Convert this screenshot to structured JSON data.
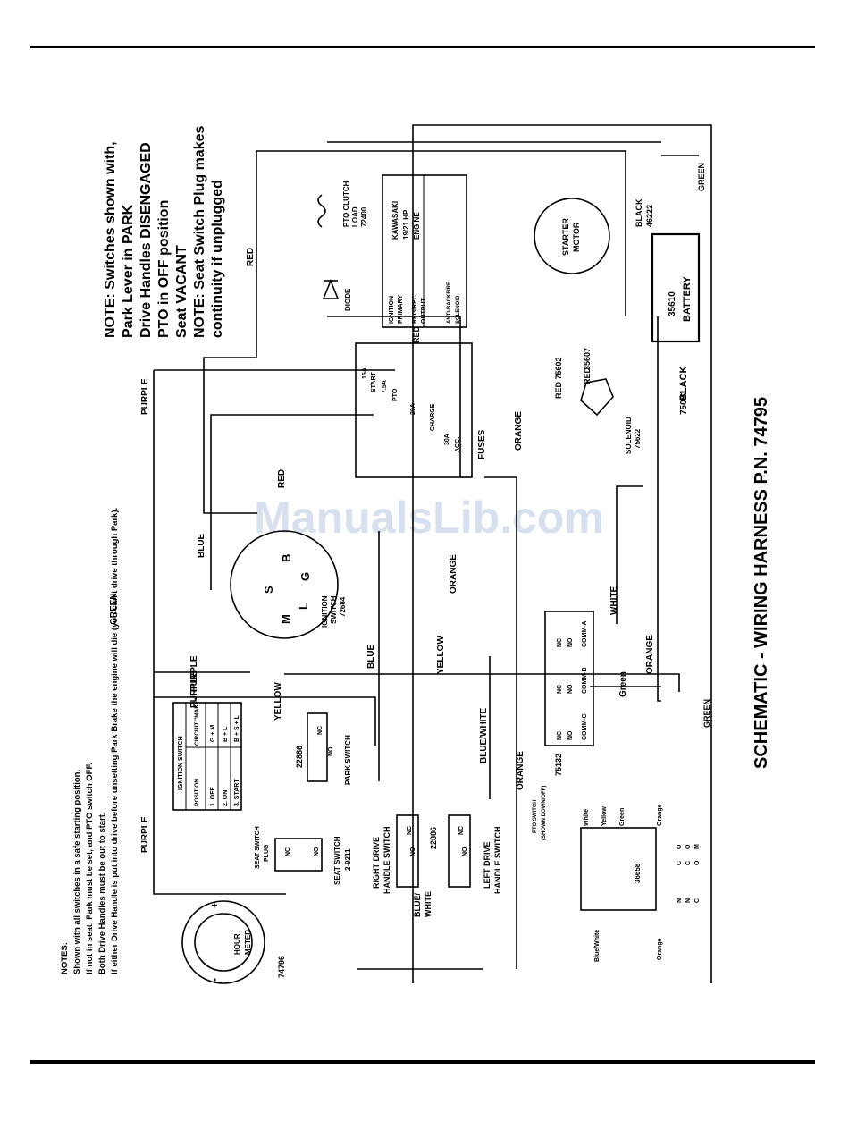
{
  "title": "SCHEMATIC - WIRING HARNESS P.N. 74795",
  "watermark": "ManualsLib.com",
  "note_main": {
    "lines": [
      "NOTE: Switches shown with,",
      "Park Lever in PARK",
      "Drive Handles DISENGAGED",
      "PTO in OFF position",
      "Seat VACANT",
      "NOTE: Seat Switch Plug makes",
      "continuity if unplugged"
    ]
  },
  "notes": {
    "lines": [
      "NOTES:",
      "Shown with all switches in a safe starting position.",
      "If not in seat, Park must be set, and PTO switch OFF.",
      "Both Drive Handles must be out to start.",
      "If either Drive Handle is put into drive before unsetting Park Brake the engine will die (you can't drive through Park)."
    ]
  },
  "wire_colors": {
    "green": "GREEN",
    "green_lc": "Green",
    "red": "RED",
    "orange": "ORANGE",
    "purple": "PURPLE",
    "blue": "BLUE",
    "yellow": "YELLOW",
    "white": "WHITE",
    "black": "BLACK",
    "blue_white": "BLUE/WHITE",
    "blue_white_split": [
      "BLUE/",
      "WHITE"
    ]
  },
  "components": {
    "engine": [
      "KAWASAKI",
      "19/21 HP",
      "ENGINE"
    ],
    "engine_terms": {
      "ignition": [
        "IGNITION",
        "PRIMARY"
      ],
      "regrec": [
        "REG/REC",
        "OUTPUT"
      ],
      "antibackfire": [
        "ANTI-BACKFIRE",
        "SOLENOID"
      ]
    },
    "pto_clutch": [
      "PTO CLUTCH",
      "LOAD",
      "72400"
    ],
    "diode": "DIODE",
    "starter": [
      "STARTER",
      "MOTOR"
    ],
    "battery": {
      "label": "BATTERY",
      "pn": "35610"
    },
    "black_cable": [
      "BLACK",
      "46222"
    ],
    "red_cables": [
      "RED 75602",
      "RED",
      "35607"
    ],
    "solenoid": {
      "label": "SOLENOID",
      "pn": "75622",
      "black": "BLACK",
      "black_pn": "75091"
    },
    "fuses": {
      "label": "FUSES",
      "items": [
        [
          "15A",
          "START"
        ],
        [
          "7.5A",
          "PTO"
        ],
        [
          "20A",
          "CHARGE"
        ],
        [
          "30A",
          "ACC."
        ]
      ]
    },
    "ignition_switch": {
      "label": [
        "IGNITION",
        "SWITCH",
        "72684"
      ],
      "terms": [
        "S",
        "B",
        "M",
        "L",
        "G"
      ]
    },
    "pto_switch": {
      "pn": "75132",
      "terms": [
        "NC",
        "NO",
        "COMM-C",
        "NC",
        "NO",
        "COMM-B",
        "NC",
        "NO",
        "COMM-A"
      ],
      "label": [
        "PTO SWITCH",
        "(SHOWN DOWN/OFF)"
      ]
    },
    "park_switch": {
      "label": "PARK SWITCH",
      "pn": "22886",
      "nc": "NC",
      "no": "NO"
    },
    "seat_switch": {
      "label": "SEAT SWITCH",
      "pn": "2-9211",
      "plug": [
        "SEAT SWITCH",
        "PLUG"
      ],
      "nc": "NC",
      "no": "NO"
    },
    "right_drive": {
      "label": [
        "RIGHT DRIVE",
        "HANDLE SWITCH"
      ],
      "nc": "NC",
      "no": "NO"
    },
    "left_drive": {
      "label": [
        "LEFT DRIVE",
        "HANDLE SWITCH"
      ],
      "nc": "NC",
      "no": "NO"
    },
    "drive_pn": "22886",
    "hour_meter": {
      "label": [
        "HOUR",
        "METER"
      ],
      "pn": "74796",
      "minus": "-",
      "plus": "+"
    },
    "pto_detail": {
      "pn": "36658",
      "wires": [
        "White",
        "Yellow",
        "Green",
        "Orange",
        "Blue/White",
        "Orange"
      ],
      "cols": [
        "N",
        "N",
        "C"
      ],
      "cols2": [
        "C",
        "C",
        "O"
      ],
      "cols3": [
        "O",
        "O",
        "M"
      ]
    }
  },
  "ignition_table": {
    "headers": [
      "IGNITION SWITCH"
    ],
    "col_headers": [
      "POSITION",
      "CIRCUIT \"MAKE\""
    ],
    "rows": [
      [
        "1. OFF",
        "G + M"
      ],
      [
        "2. ON",
        "B + L"
      ],
      [
        "3. START",
        "B + S + L"
      ]
    ]
  }
}
